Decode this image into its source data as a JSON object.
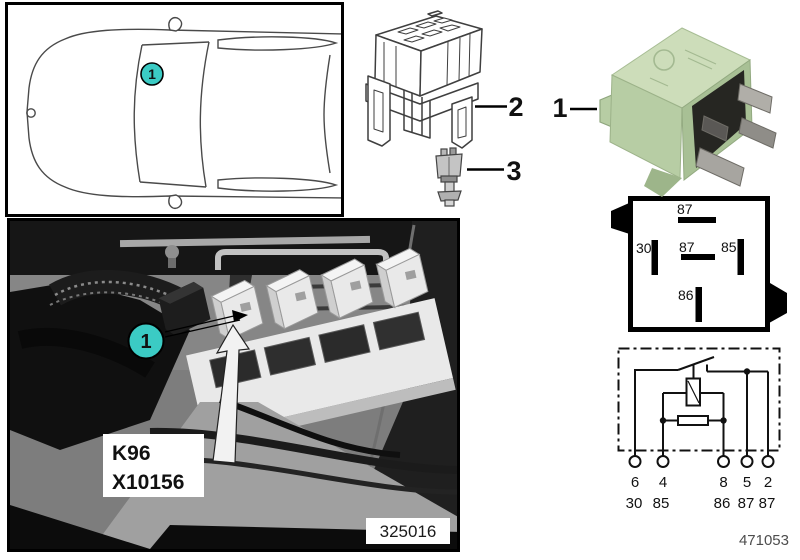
{
  "colors": {
    "callout_teal": "#3BCBC4",
    "relay_green_top": "#CDDDBA",
    "relay_green_side": "#B7CDA4",
    "relay_green_right": "#A8C095"
  },
  "callouts": {
    "relay": "1",
    "socket": "2",
    "connector": "3",
    "car_marker": "1",
    "photo_marker": "1"
  },
  "photo": {
    "component_code": "K96",
    "connector_code": "X10156",
    "photo_id": "325016"
  },
  "pin_diagram": {
    "top_pin": "87",
    "left_pin": "30",
    "center_pin": "87",
    "right_pin": "85",
    "bottom_pin": "86"
  },
  "schematic": {
    "terminals": [
      {
        "pin": "6",
        "terminal": "30"
      },
      {
        "pin": "4",
        "terminal": "85"
      },
      {
        "pin": "8",
        "terminal": "86"
      },
      {
        "pin": "5",
        "terminal": "87"
      },
      {
        "pin": "2",
        "terminal": "87"
      }
    ]
  },
  "footer": {
    "diagram_id": "471053"
  }
}
